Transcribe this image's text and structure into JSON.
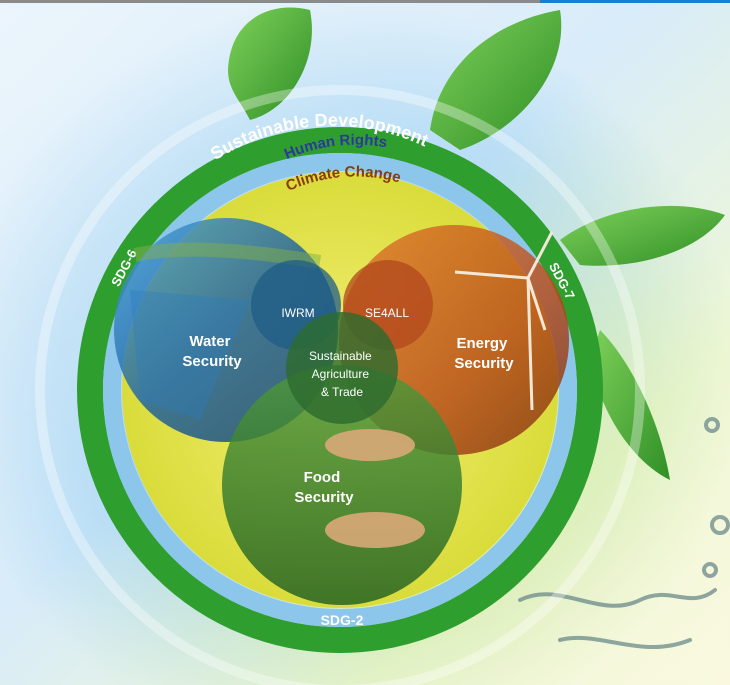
{
  "rings": {
    "sustainable_development": "Sustainable Development",
    "human_rights": "Human Rights",
    "climate_change": "Climate Change"
  },
  "goals": {
    "sdg6": "SDG-6",
    "sdg7": "SDG-7",
    "sdg2": "SDG-2"
  },
  "securities": {
    "water": [
      "Water",
      "Security"
    ],
    "energy": [
      "Energy",
      "Security"
    ],
    "food": [
      "Food",
      "Security"
    ]
  },
  "overlaps": {
    "water_energy_left": "IWRM",
    "water_energy_right": "SE4ALL",
    "center": [
      "Sustainable",
      "Agriculture",
      "& Trade"
    ]
  },
  "colors": {
    "outer_ring": "#2e9e2e",
    "blue_band": "#8cc6ea",
    "yellow_disc": "#e8e34a",
    "human_rights_text": "#2b3a9a",
    "climate_change_text": "#8a3a0c",
    "water_fill": "#1f6fb0",
    "energy_fill": "#c2561e",
    "food_fill": "#2f7d2f"
  }
}
